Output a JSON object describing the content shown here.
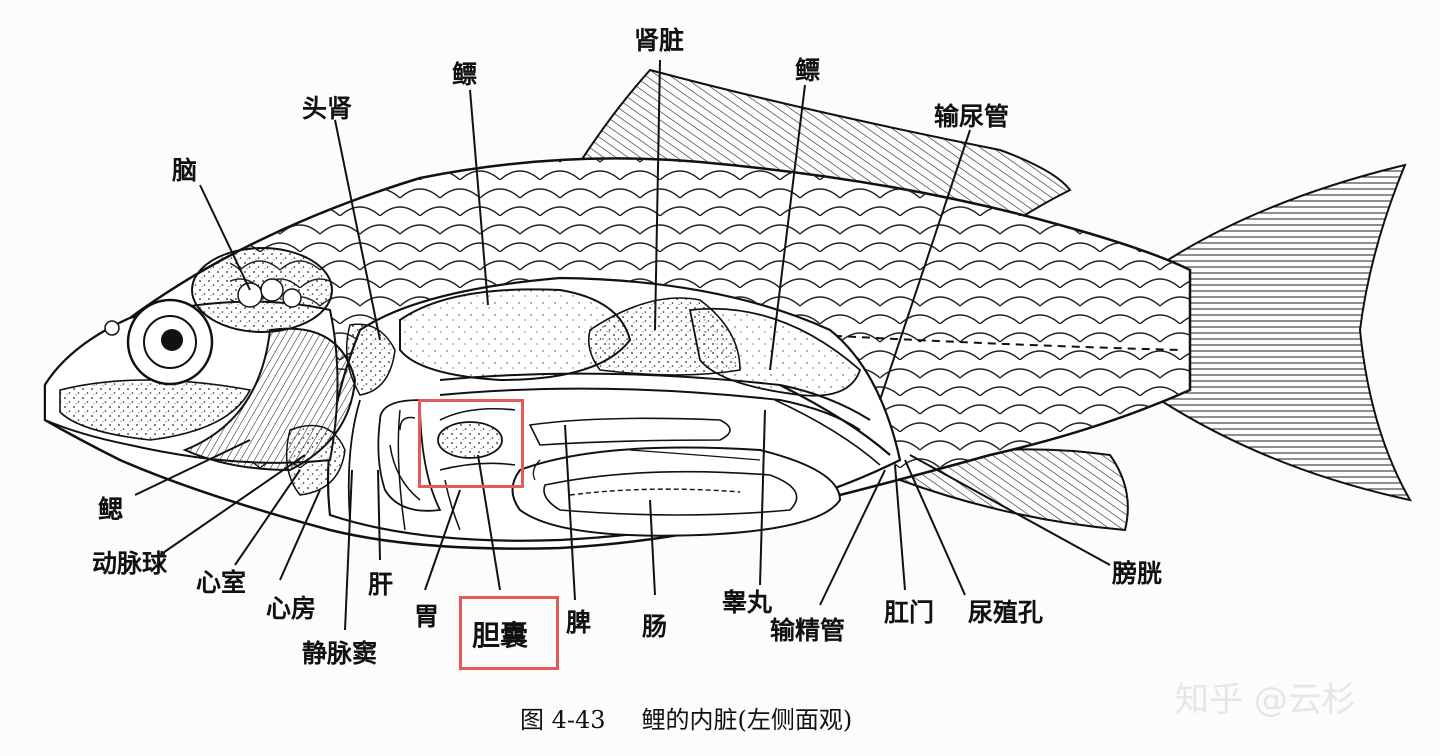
{
  "labels": {
    "brain": "脑",
    "head_kidney": "头肾",
    "swim_bladder_front": "鳔",
    "kidney": "肾脏",
    "swim_bladder_rear": "鳔",
    "ureter": "输尿管",
    "gill": "鳃",
    "bulbus_arteriosus": "动脉球",
    "ventricle": "心室",
    "atrium": "心房",
    "sinus_venosus": "静脉窦",
    "liver": "肝",
    "stomach": "胃",
    "gallbladder": "胆囊",
    "spleen": "脾",
    "intestine": "肠",
    "testis": "睾丸",
    "vas_deferens": "输精管",
    "anus": "肛门",
    "urogenital_pore": "尿殖孔",
    "urinary_bladder": "膀胱"
  },
  "caption": {
    "figure_number": "图 4-43",
    "title": "鲤的内脏(左侧面观)"
  },
  "watermark": "知乎 @云杉",
  "colors": {
    "highlight": "#e45a5a",
    "ink": "#111111"
  }
}
